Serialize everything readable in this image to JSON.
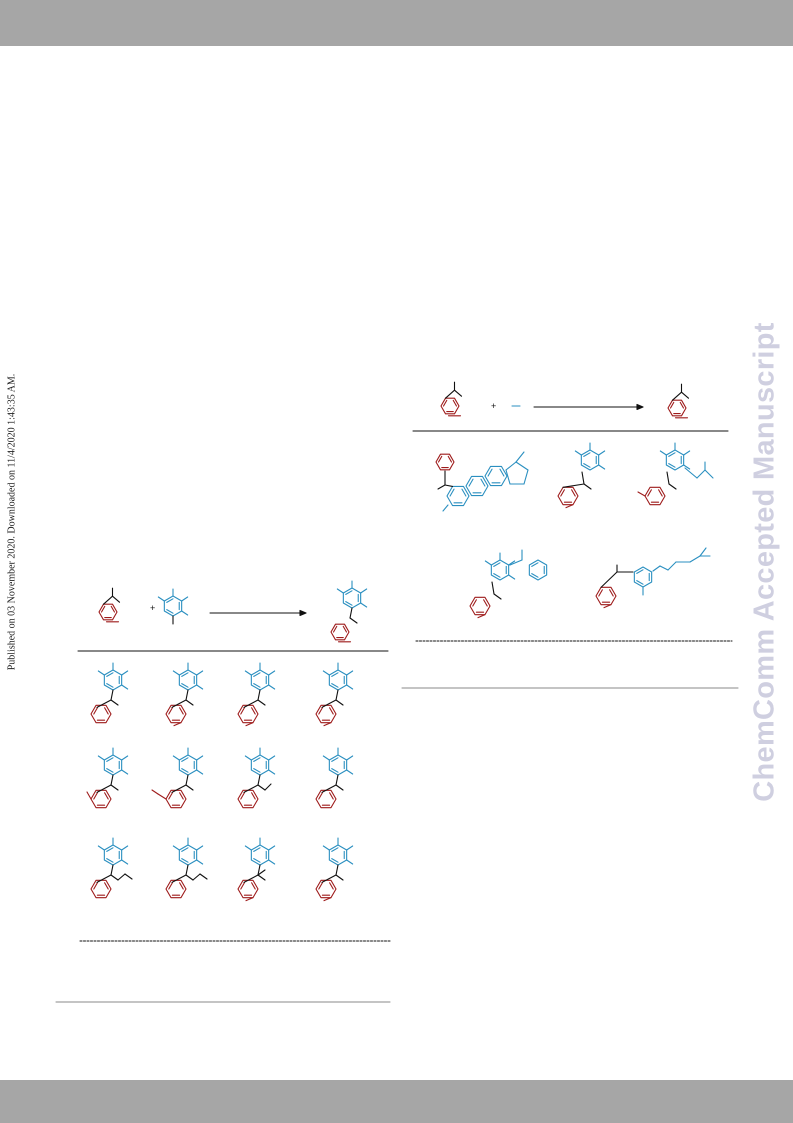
{
  "page": {
    "published_note": "Published on 03 November 2020. Downloaded on 11/4/2020 1:43:35 AM.",
    "watermark": "ChemComm Accepted Manuscript"
  },
  "colors": {
    "header_bar": "#a6a6a6",
    "red_fragment": "#9e1b1b",
    "blue_fragment": "#2a8fc0",
    "bond_black": "#111111",
    "watermark": "#cfcfe0"
  },
  "left_scheme": {
    "plus_sign": "+",
    "rows": 3,
    "products_per_row": 4
  },
  "right_scheme": {
    "plus_sign": "+",
    "first_row_products": 3,
    "second_row_products": 2
  }
}
